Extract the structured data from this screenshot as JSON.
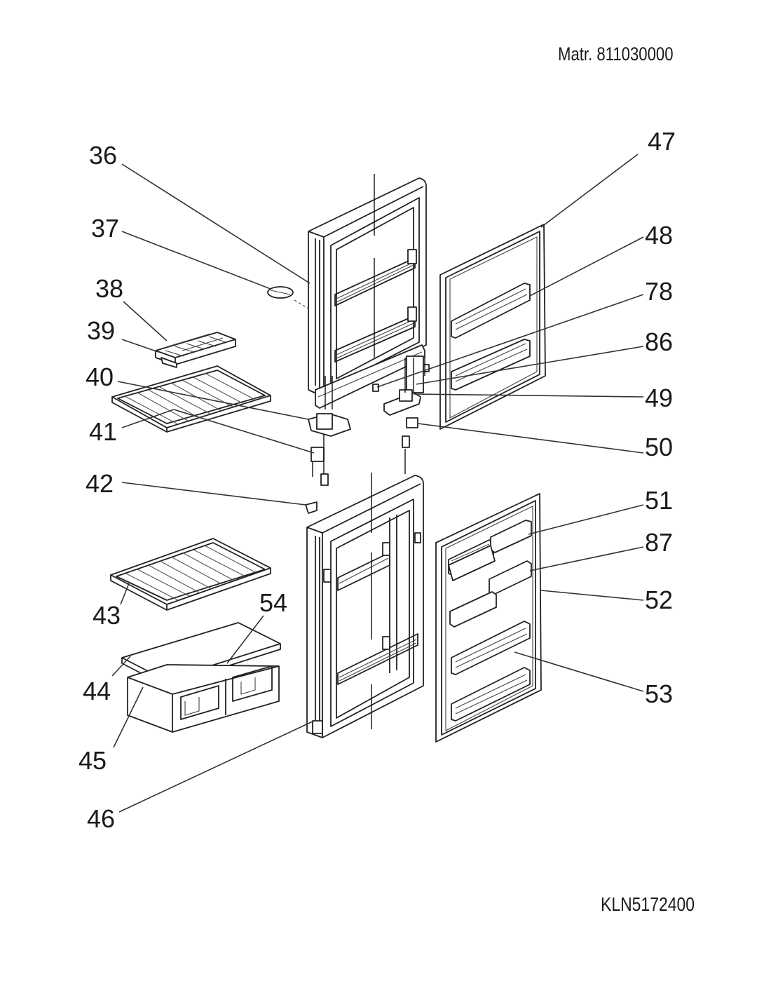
{
  "header": {
    "material_number": "Matr. 811030000"
  },
  "footer": {
    "drawing_code": "KLN5172400"
  },
  "callouts": {
    "c36": "36",
    "c37": "37",
    "c38": "38",
    "c39": "39",
    "c40": "40",
    "c41": "41",
    "c42": "42",
    "c43": "43",
    "c44": "44",
    "c45": "45",
    "c46": "46",
    "c47": "47",
    "c48": "48",
    "c78": "78",
    "c86": "86",
    "c49": "49",
    "c50": "50",
    "c51": "51",
    "c87": "87",
    "c52": "52",
    "c53": "53",
    "c54": "54"
  }
}
